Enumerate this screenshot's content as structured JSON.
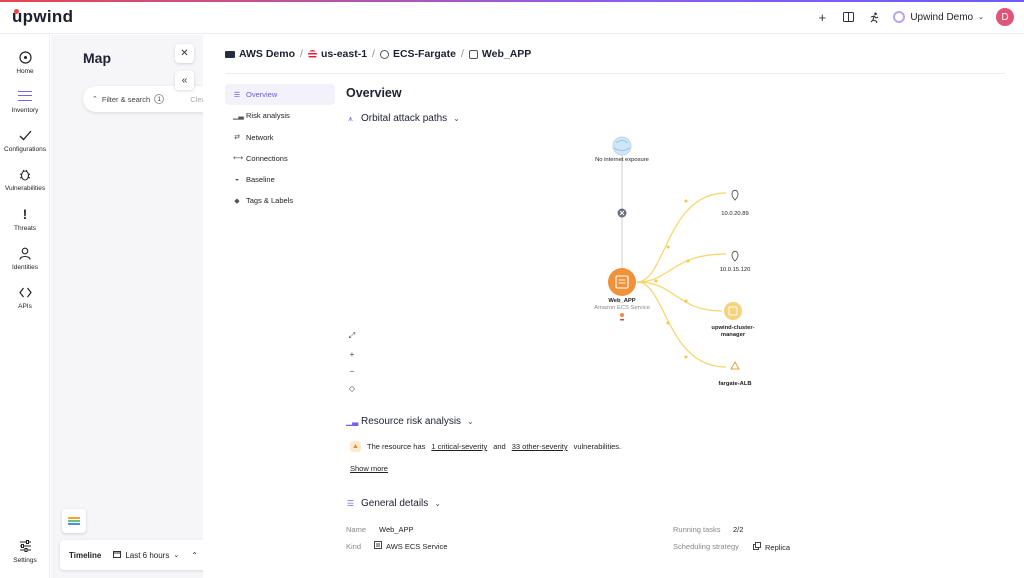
{
  "app": {
    "logo": "upwind",
    "org": "Upwind Demo",
    "avatar": "D"
  },
  "nav": {
    "home": "Home",
    "inventory": "Inventory",
    "configurations": "Configurations",
    "vulnerabilities": "Vulnerabilities",
    "threats": "Threats",
    "identities": "Identities",
    "apis": "APIs",
    "settings": "Settings"
  },
  "map": {
    "title": "Map",
    "filter_label": "Filter & search",
    "filter_count": "1",
    "clear_label": "Clea",
    "timeline_label": "Timeline",
    "timeline_range": "Last 6 hours"
  },
  "breadcrumb": {
    "account": "AWS Demo",
    "region": "us-east-1",
    "cluster": "ECS-Fargate",
    "resource": "Web_APP"
  },
  "subnav": {
    "overview": "Overview",
    "risk_analysis": "Risk analysis",
    "network": "Network",
    "connections": "Connections",
    "baseline": "Baseline",
    "tags_labels": "Tags & Labels"
  },
  "overview": {
    "title": "Overview",
    "attack_paths_title": "Orbital attack paths",
    "graph": {
      "internet": "No internet exposure",
      "center": "Web_APP",
      "center_sub": "Amazon ECS Service",
      "targets": [
        "10.0.20.89",
        "10.0.15.120",
        "upwind-cluster-",
        "manager",
        "fargate-ALB"
      ]
    },
    "risk_title": "Resource risk analysis",
    "risk_prefix": "The resource has",
    "risk_critical": "1 critical-severity",
    "risk_and": "and",
    "risk_other": "33 other-severity",
    "risk_suffix": "vulnerabilities.",
    "show_more": "Show more",
    "general_title": "General details",
    "details": {
      "name_label": "Name",
      "name_value": "Web_APP",
      "kind_label": "Kind",
      "kind_value": "AWS ECS Service",
      "running_label": "Running tasks",
      "running_value": "2/2",
      "strategy_label": "Scheduling strategy",
      "strategy_value": "Replica"
    }
  },
  "colors": {
    "accent": "#7b61e6",
    "attack_path": "#f5c842",
    "node_orange": "#f0923a"
  }
}
